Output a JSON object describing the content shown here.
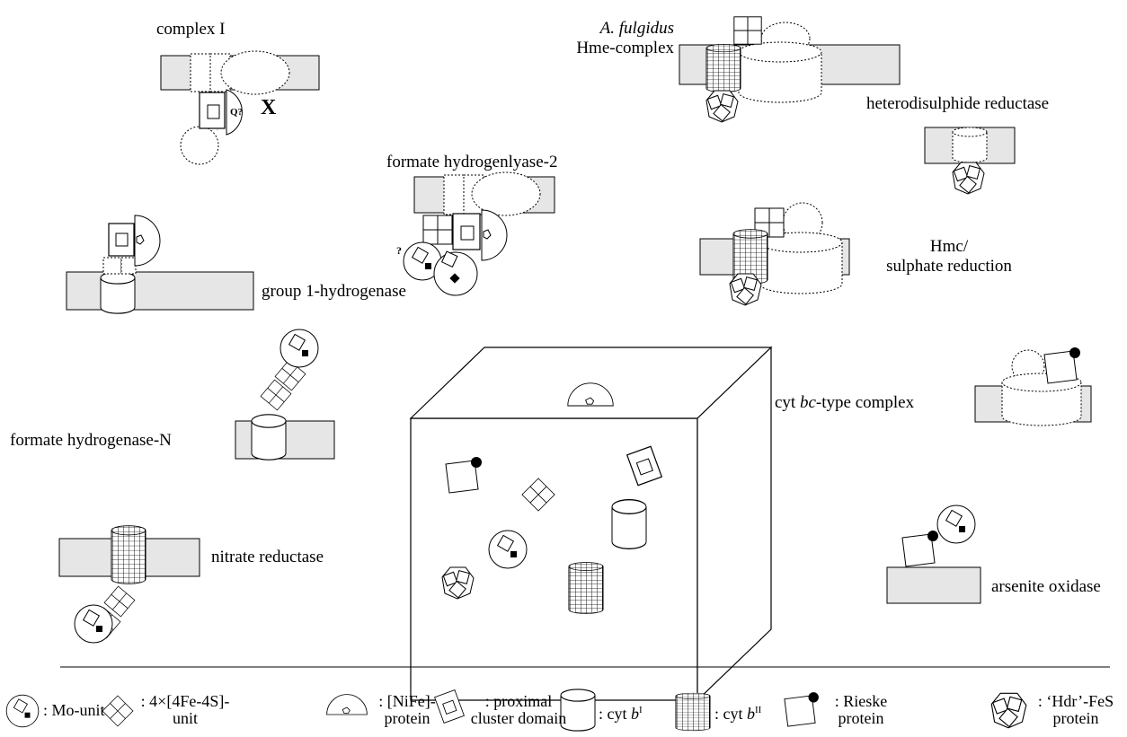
{
  "complexes": {
    "complex_i": {
      "label": "complex I",
      "quinone_label": "Q?",
      "x_label": "X"
    },
    "fulgidus": {
      "label_italic": "A. fulgidus",
      "label": "Hme-complex"
    },
    "heterodisulphide": {
      "label": "heterodisulphide reductase"
    },
    "formate_hydrogenlyase": {
      "label": "formate hydrogenlyase-2",
      "unknown_label": "?"
    },
    "hmc": {
      "label_line1": "Hmc/",
      "label_line2": "sulphate reduction"
    },
    "group1": {
      "label": "group 1-hydrogenase"
    },
    "formate_hydrogenase_n": {
      "label": "formate hydrogenase-N"
    },
    "cyt_bc": {
      "label_pre": "cyt ",
      "label_italic": "bc",
      "label_post": "-type complex"
    },
    "nitrate": {
      "label": "nitrate reductase"
    },
    "arsenite": {
      "label": "arsenite oxidase"
    }
  },
  "legend": {
    "mo_unit": ": Mo-unit",
    "fes4_line1": ": 4×[4Fe-4S]-",
    "fes4_line2": "unit",
    "nife_line1": ": [NiFe]-",
    "nife_line2": "protein",
    "proximal_line1": ": proximal",
    "proximal_line2": "cluster domain",
    "cytb1_pre": ": cyt ",
    "cytb1_italic": "b",
    "cytb1_sup": "I",
    "cytb2_pre": ": cyt ",
    "cytb2_italic": "b",
    "cytb2_sup": "II",
    "rieske_line1": ": Rieske",
    "rieske_line2": "protein",
    "hdr_line1": ": ‘Hdr’-FeS",
    "hdr_line2": "protein"
  }
}
